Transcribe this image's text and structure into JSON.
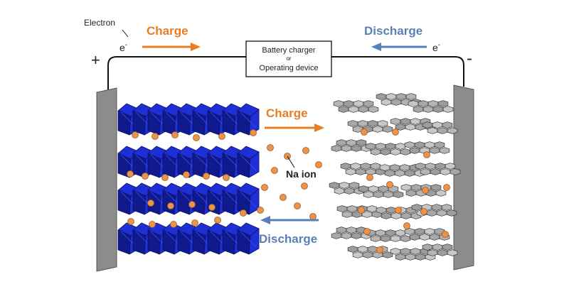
{
  "labels": {
    "electron": "Electron",
    "e_left": "e",
    "e_left_sup": "-",
    "e_right": "e",
    "e_right_sup": "-",
    "charge_top": "Charge",
    "discharge_top": "Discharge",
    "charge_mid": "Charge",
    "discharge_mid": "Discharge",
    "device_line1": "Battery charger",
    "device_line2": "or",
    "device_line3": "Operating device",
    "plus": "+",
    "minus": "-",
    "na_ion": "Na ion"
  },
  "colors": {
    "charge": "#e87d22",
    "discharge": "#5a7fb8",
    "cathode": "#1f2fd6",
    "cathode_dark": "#101a8c",
    "ion": "#e8944e",
    "anode": "#9a9a9a",
    "collector": "#8c8c8c"
  },
  "icons": {
    "cathode": "layered-octahedra-icon",
    "anode": "hard-carbon-hexagon-icon",
    "ion": "sodium-ion-dot-icon"
  }
}
